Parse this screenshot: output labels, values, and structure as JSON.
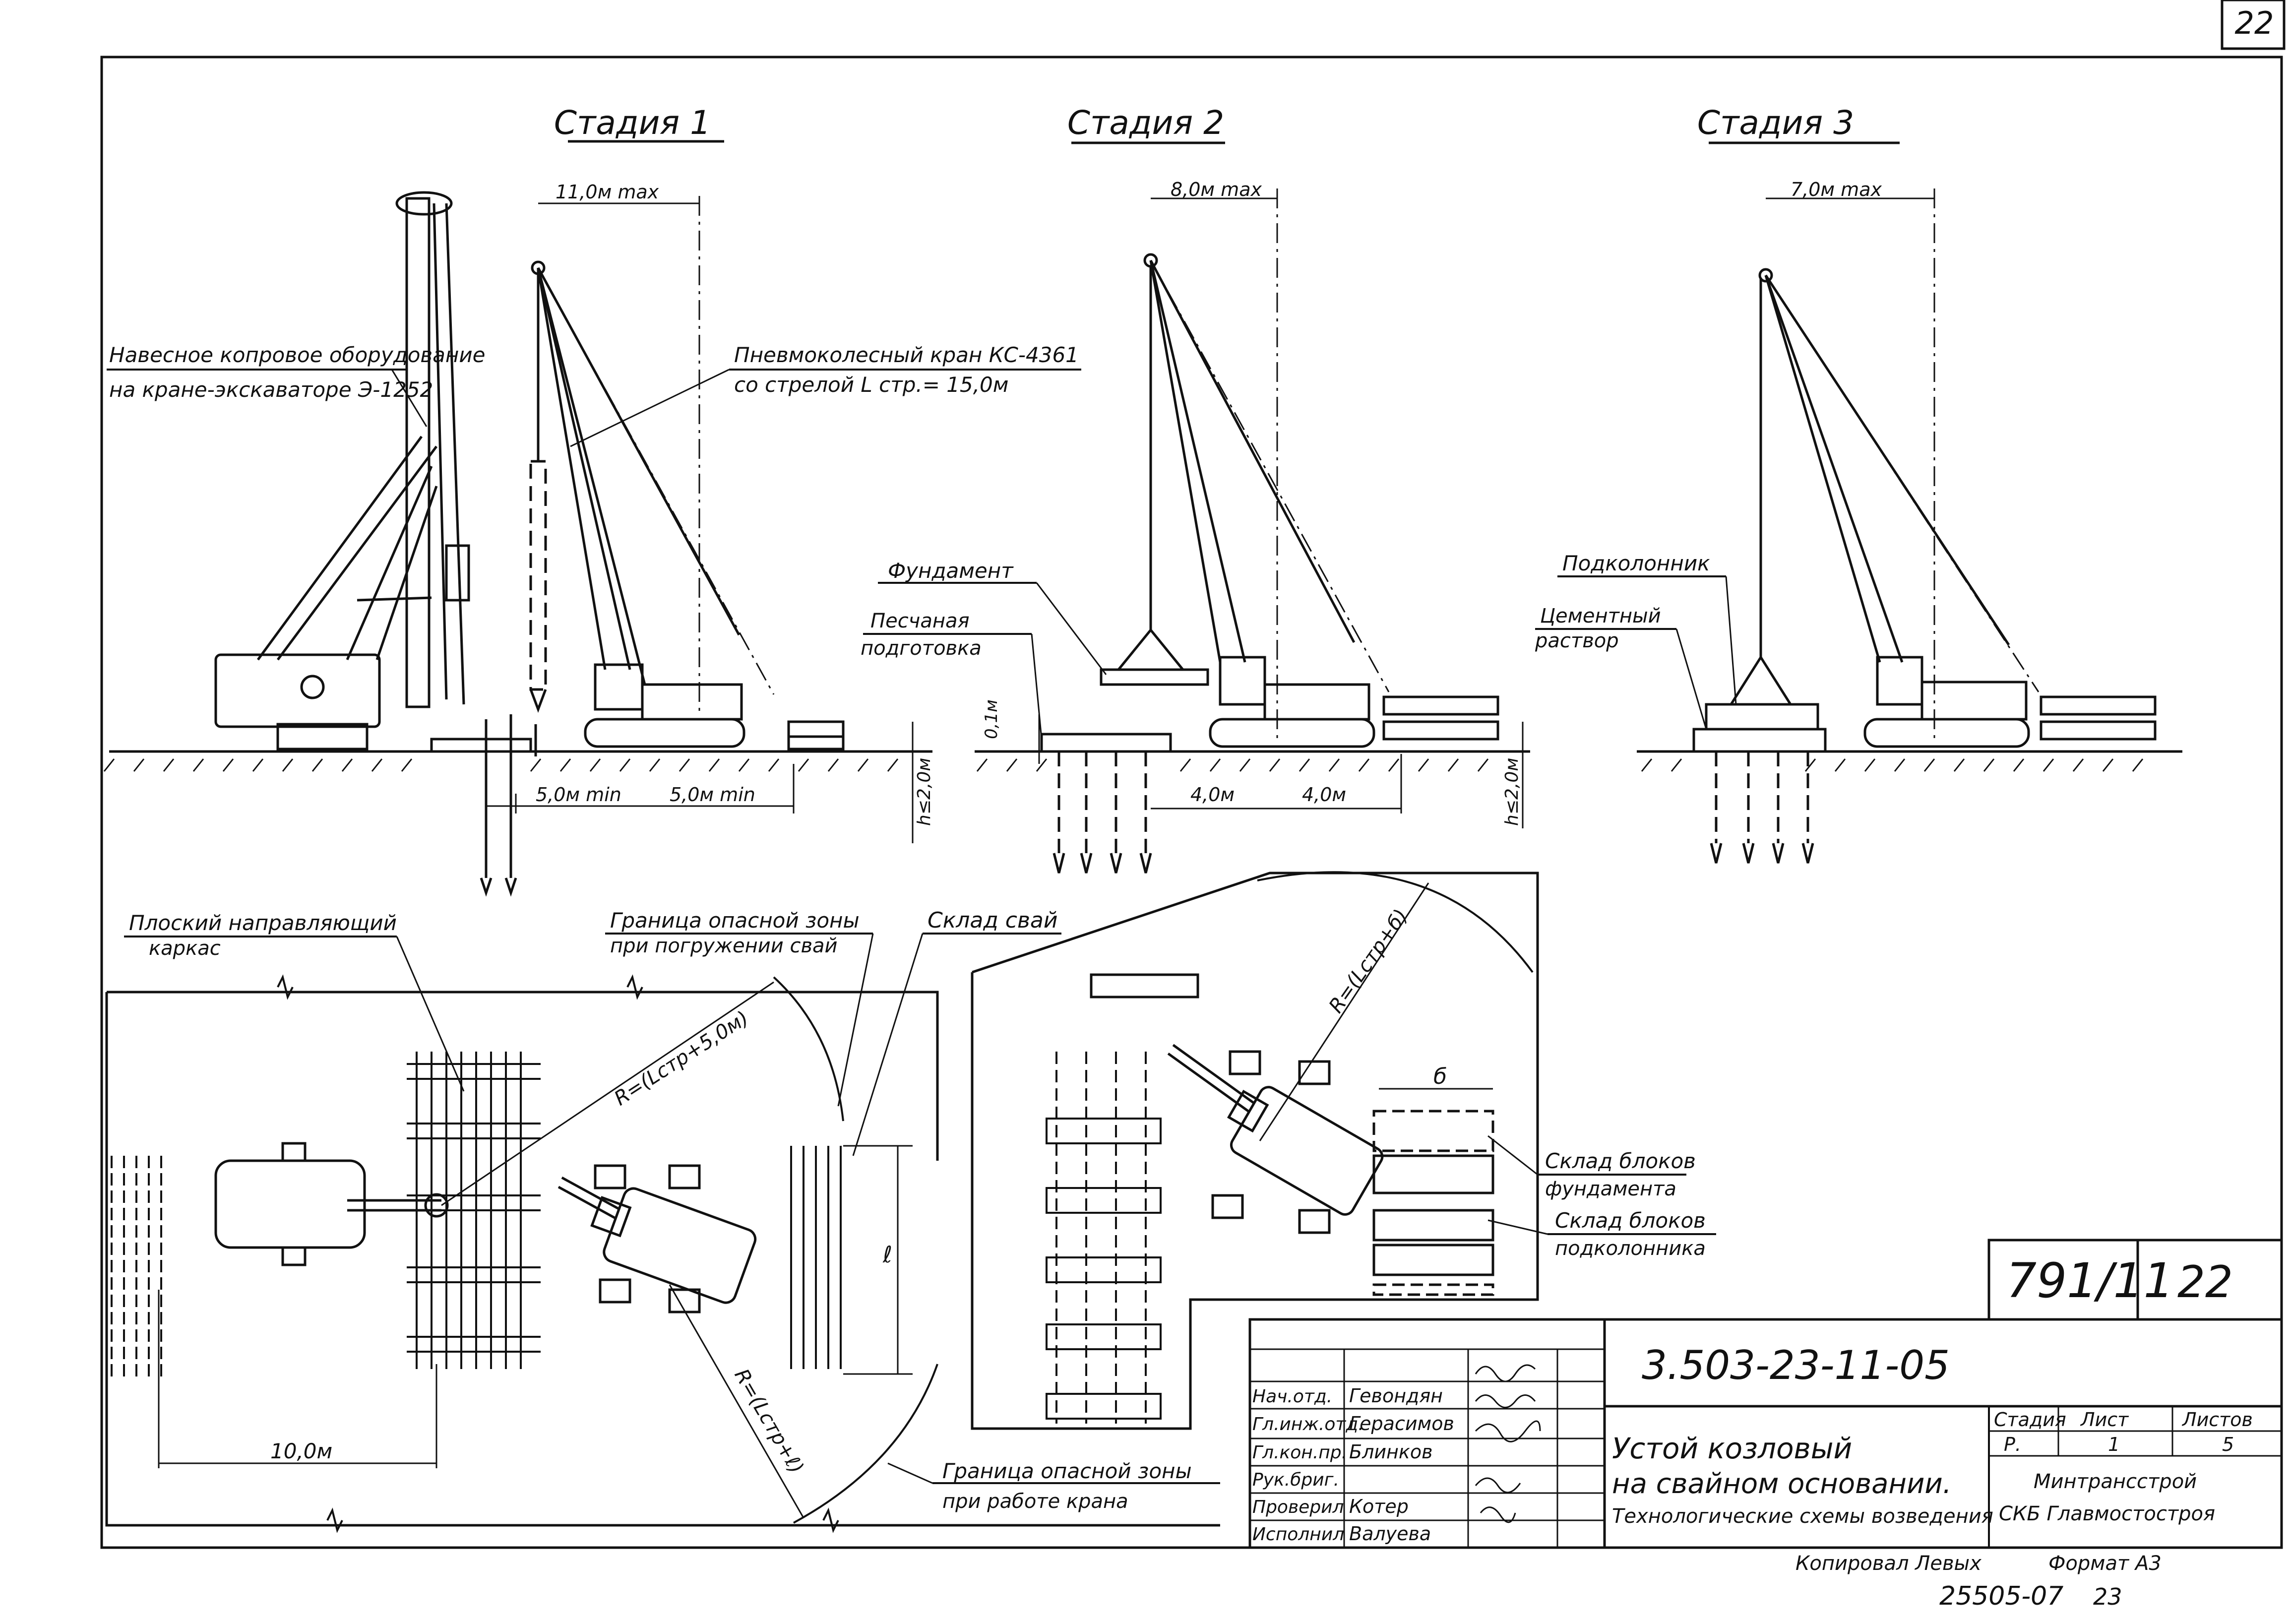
{
  "sheet": {
    "page_number": "22",
    "stages": [
      "Стадия 1",
      "Стадия 2",
      "Стадия 3"
    ]
  },
  "stage1": {
    "label_pile_driver": [
      "Навесное копровое оборудование",
      "на кране-экскаваторе Э-1252"
    ],
    "label_crane": [
      "Пневмоколесный кран КС-4361",
      "со стрелой  L стр.= 15,0м"
    ],
    "dim_reach": "11,0м max",
    "dim_left": "5,0м min",
    "dim_right": "5,0м min",
    "dim_depth": "h≤2,0м"
  },
  "stage2": {
    "label_foundation": "Фундамент",
    "label_sand": [
      "Песчаная",
      "подготовка"
    ],
    "dim_reach": "8,0м max",
    "dim_sand": "0,1м",
    "dim_left": "4,0м",
    "dim_right": "4,0м",
    "dim_depth": "h≤2,0м"
  },
  "stage3": {
    "label_pedestal": "Подколонник",
    "label_mortar": [
      "Цементный",
      "раствор"
    ],
    "dim_reach": "7,0м max"
  },
  "plan1": {
    "label_frame": [
      "Плоский направляющий",
      "каркас"
    ],
    "label_danger_piling": [
      "Граница опасной зоны",
      "при погружении свай"
    ],
    "label_pile_storage": "Склад свай",
    "label_radius1": "R=(Lстр+5,0м)",
    "label_radius2": "R=(Lстр+ℓ)",
    "label_length": "ℓ",
    "dim_width": "10,0м",
    "label_danger_crane": [
      "Граница опасной зоны",
      "при работе крана"
    ]
  },
  "plan2": {
    "label_radius": "R=(Lстр+б)",
    "dim_b": "б",
    "label_storage_foundation": [
      "Склад блоков",
      "фундамента"
    ],
    "label_storage_pedestal": [
      "Склад блоков",
      "подколонника"
    ]
  },
  "title_block": {
    "drawing_number": "791/11",
    "sheet": "22",
    "code": "3.503-23-11-05",
    "title": [
      "Устой козловый",
      "на свайном основании."
    ],
    "subtitle": "Технологические схемы возведения",
    "col_stage": "Стадия",
    "col_sheet": "Лист",
    "col_sheets": "Листов",
    "val_stage": "Р.",
    "val_sheet": "1",
    "val_sheets": "5",
    "org": [
      "Минтрансстрой",
      "СКБ Главмостостроя"
    ],
    "roles": [
      "Нач.отд.",
      "Гл.инж.отд.",
      "Гл.кон.пр.",
      "Рук.бриг.",
      "Проверил",
      "Исполнил"
    ],
    "names": [
      "Гевондян",
      "Герасимов",
      "Блинков",
      "",
      "Котер",
      "Валуева"
    ]
  },
  "footer": {
    "copied": "Копировал Левых",
    "format": "Формат А3",
    "archive": "25505-07",
    "archive_sheet": "23"
  }
}
